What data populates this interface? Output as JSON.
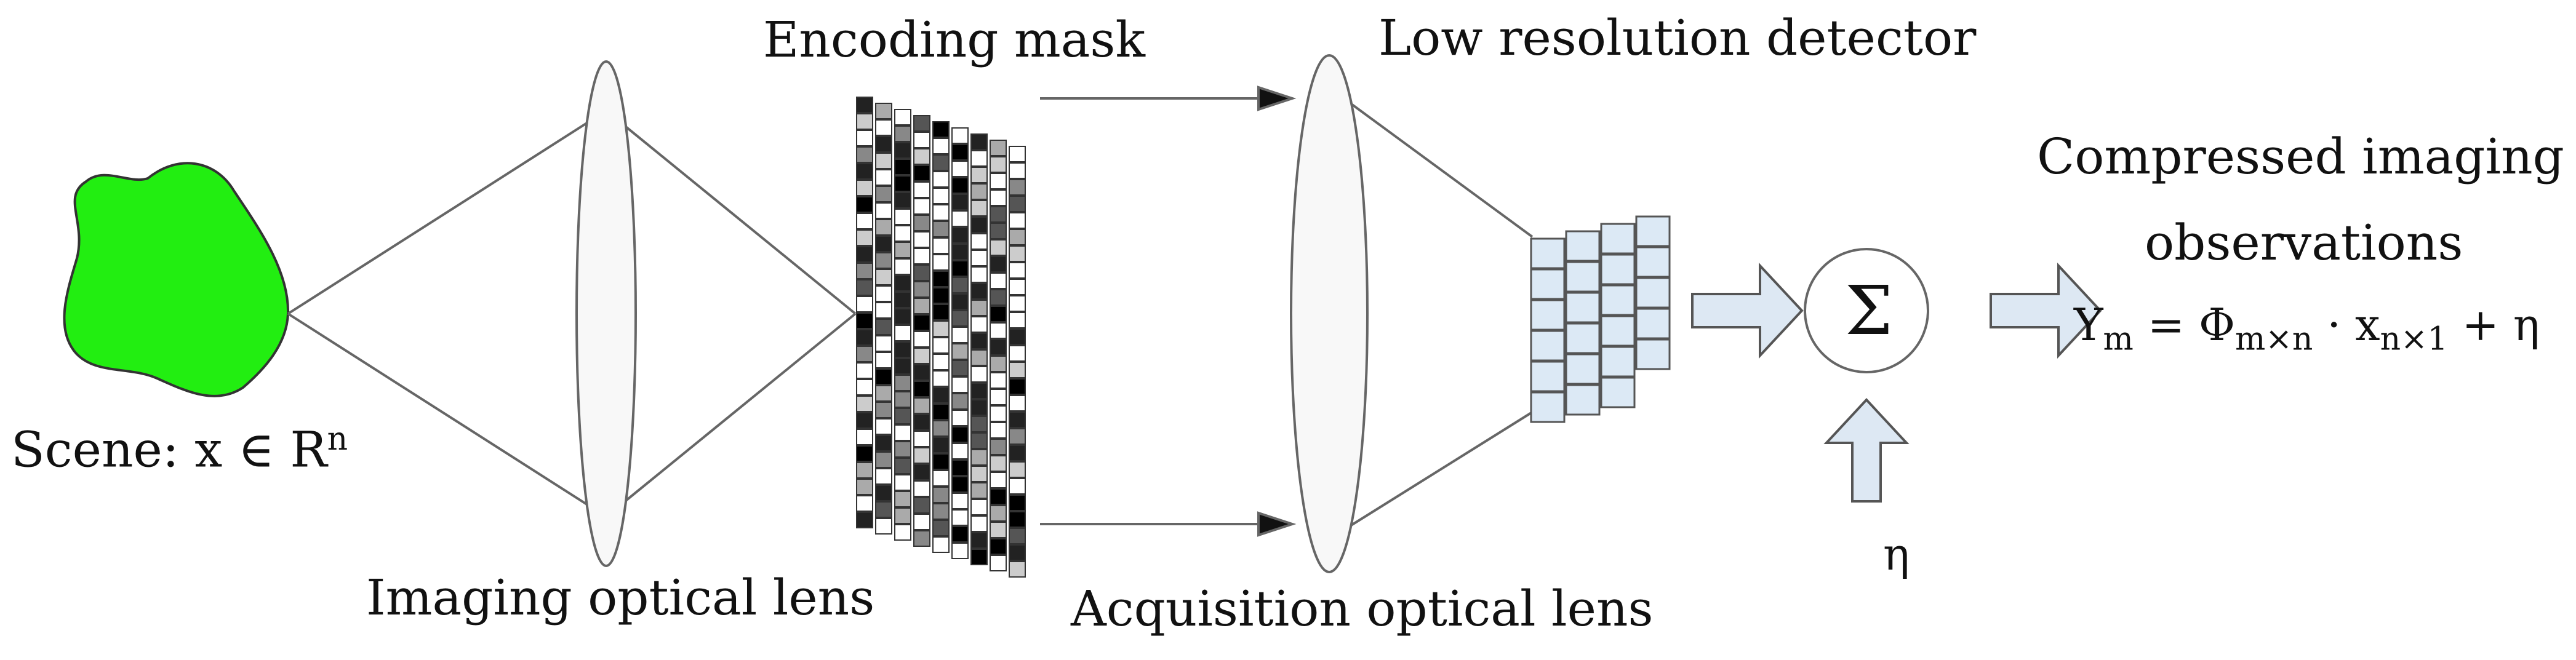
{
  "labels": {
    "scene": "Scene: x ∈ R",
    "scene_sup": "n",
    "imaging_lens": "Imaging optical lens",
    "encoding_mask": "Encoding mask",
    "acquisition_lens": "Acquisition optical lens",
    "detector": "Low resolution detector",
    "compressed_line1": "Compressed imaging",
    "compressed_line2": "observations",
    "sum_symbol": "Σ",
    "noise": "η"
  },
  "equation": {
    "lhs": "Y",
    "lhs_sub": "m",
    "equals": " = Φ",
    "phi_sub": "m×n",
    "dot": " · x",
    "x_sub": "n×1",
    "plus": " + η"
  },
  "colors": {
    "scene_fill": "#22ee11",
    "scene_stroke": "#333333",
    "line": "#666666",
    "arrow_fill": "#dde8f3",
    "arrow_stroke": "#555555",
    "detector_fill": "#dce9f5",
    "mask_dark": "#000000",
    "mask_light": "#ffffff"
  },
  "icons": [
    "scene-blob-icon",
    "convex-lens-icon",
    "encoding-mask-grid-icon",
    "detector-grid-icon",
    "summation-circle-icon",
    "block-arrow-icon"
  ]
}
